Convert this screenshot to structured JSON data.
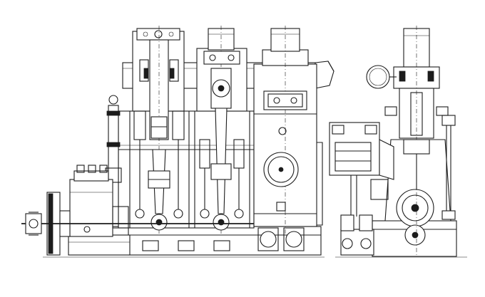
{
  "drawing": {
    "colors": {
      "paper": "#ffffff",
      "ink": "#1c1c1c"
    },
    "views": [
      "side-elevation",
      "end-elevation"
    ],
    "side_view": {
      "cylinder_count": 3
    }
  }
}
